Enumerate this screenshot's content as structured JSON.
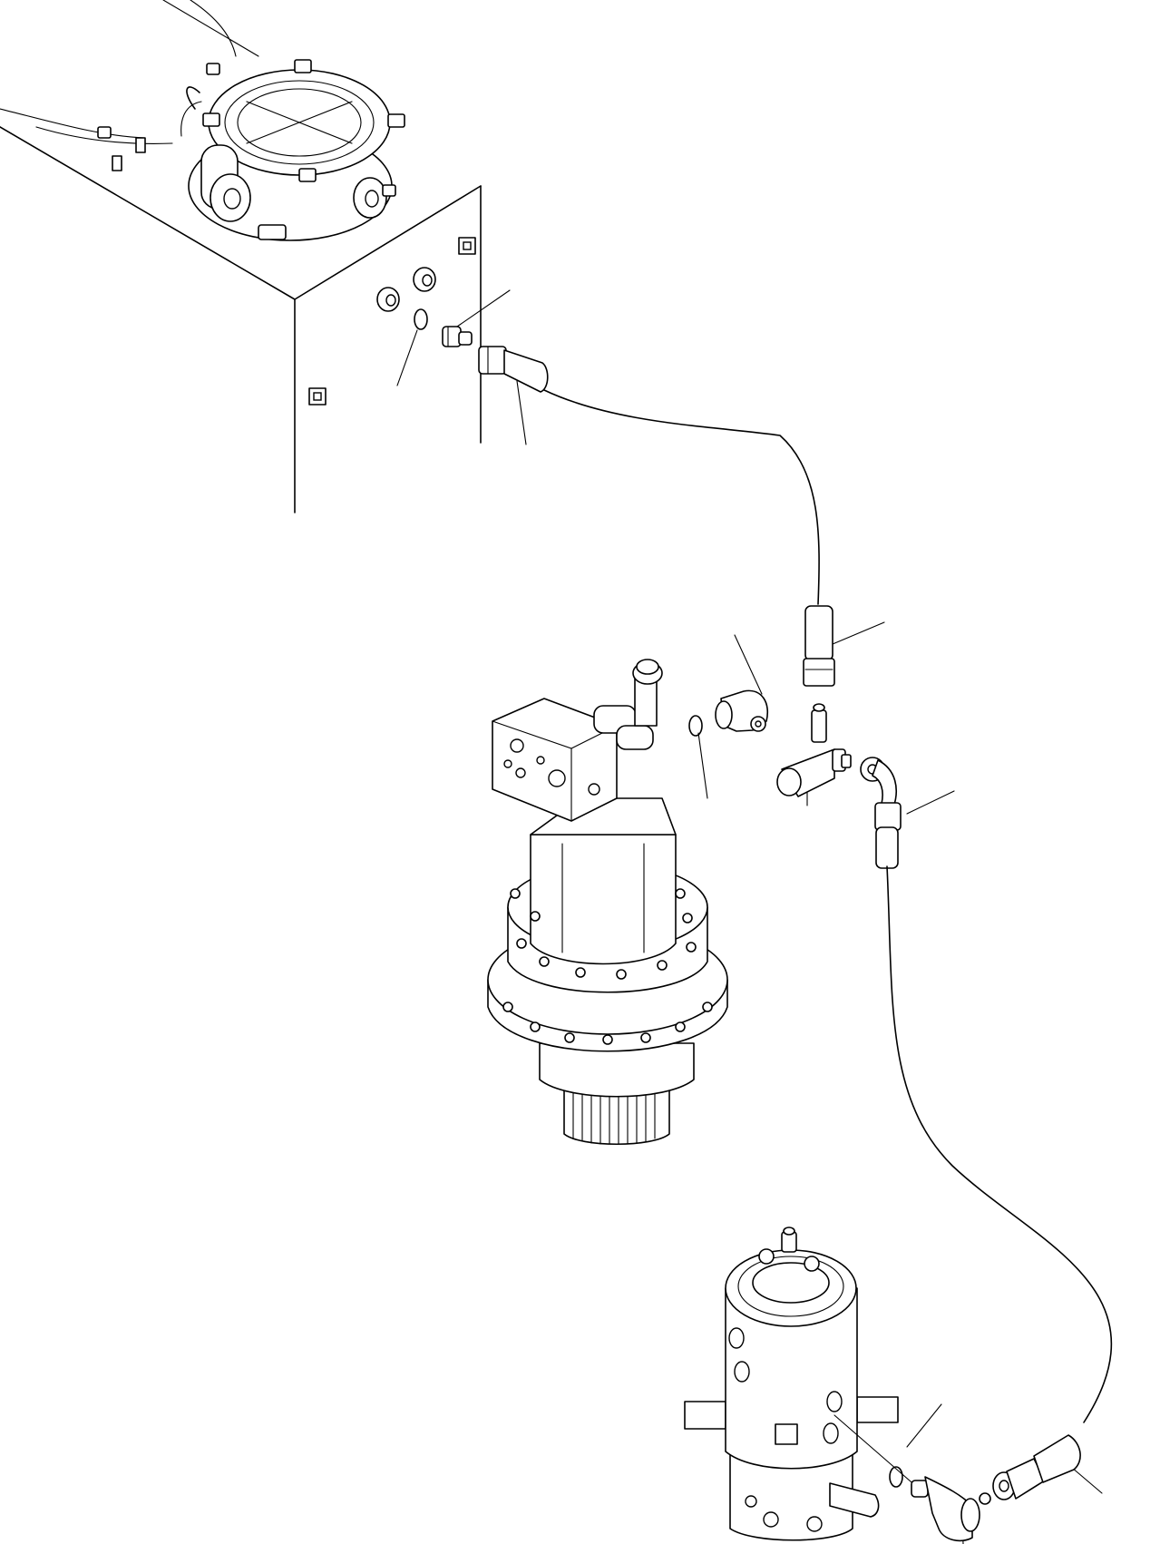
{
  "diagram": {
    "kind": "exploded parts diagram, hydraulic drain piping",
    "callout_labels": [],
    "colors": {
      "line": "#000000",
      "background": "#ffffff"
    },
    "components": [
      {
        "id": "hydraulic-tank",
        "icon": "tank-outline"
      },
      {
        "id": "tank-strainer-cover",
        "icon": "flange-cover"
      },
      {
        "id": "swing-motor",
        "icon": "motor-gearbox"
      },
      {
        "id": "swivel-joint",
        "icon": "rotary-joint"
      },
      {
        "id": "hose-upper",
        "icon": "hose-line"
      },
      {
        "id": "hose-lower",
        "icon": "hose-line"
      },
      {
        "id": "tee-fitting",
        "icon": "tee-fitting"
      },
      {
        "id": "elbow-fitting",
        "icon": "elbow-fitting"
      },
      {
        "id": "o-ring",
        "icon": "o-ring"
      }
    ]
  }
}
